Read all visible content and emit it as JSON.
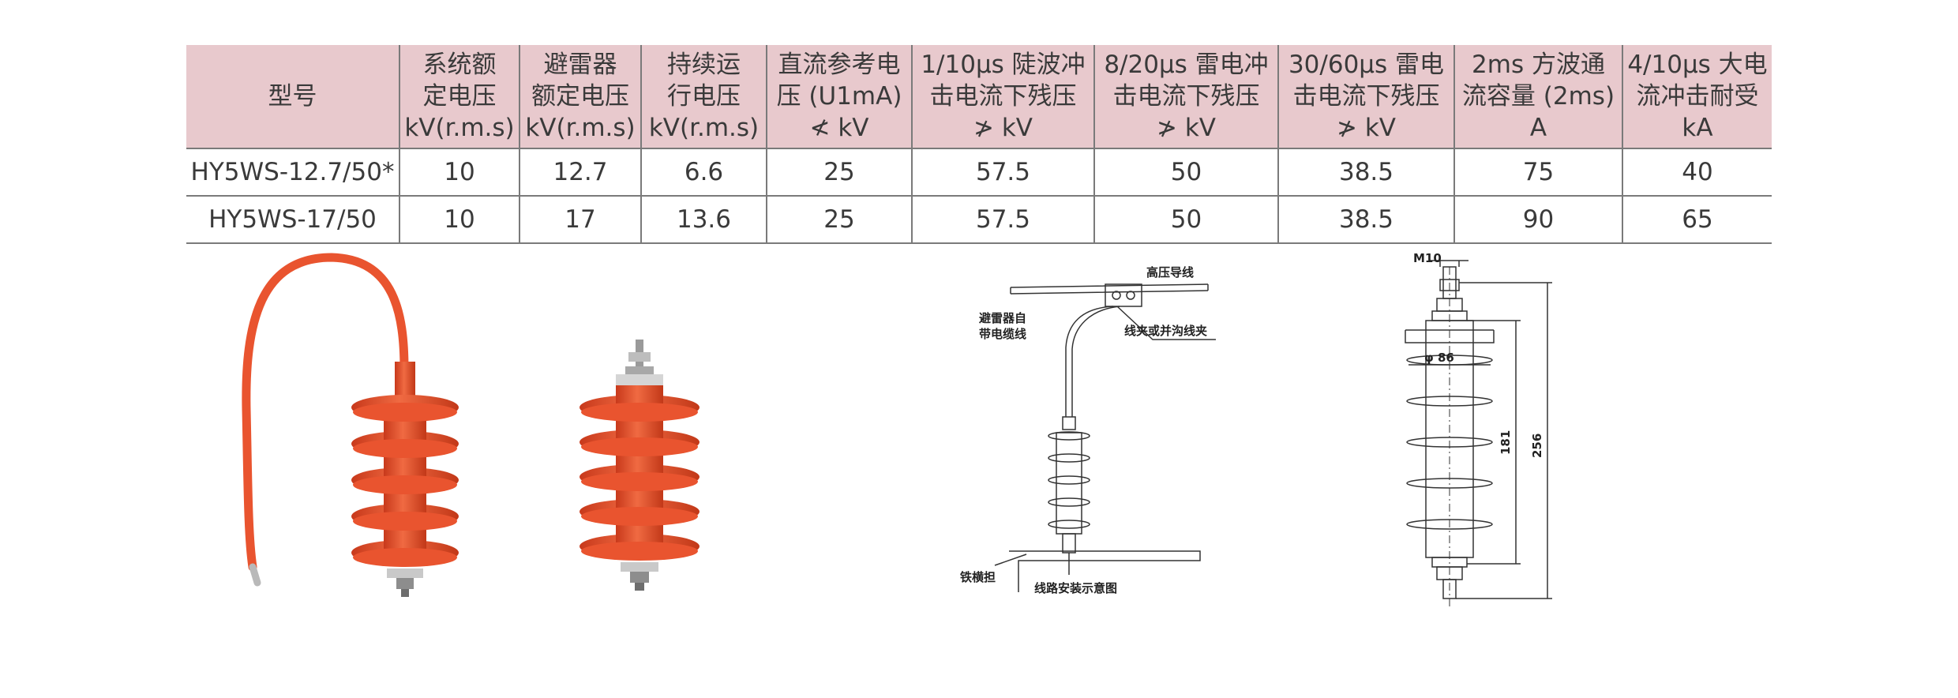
{
  "table": {
    "headers": [
      [
        "型号"
      ],
      [
        "系统额",
        "定电压",
        "kV(r.m.s)"
      ],
      [
        "避雷器",
        "额定电压",
        "kV(r.m.s)"
      ],
      [
        "持续运",
        "行电压",
        "kV(r.m.s)"
      ],
      [
        "直流参考电",
        "压 (U1mA)",
        "≮ kV"
      ],
      [
        "1/10µs 陡波冲",
        "击电流下残压",
        "≯ kV"
      ],
      [
        "8/20µs 雷电冲",
        "击电流下残压",
        "≯ kV"
      ],
      [
        "30/60µs 雷电",
        "击电流下残压",
        "≯ kV"
      ],
      [
        "2ms 方波通",
        "流容量 (2ms)",
        "A"
      ],
      [
        "4/10µs 大电",
        "流冲击耐受",
        "kA"
      ]
    ],
    "rows": [
      [
        "HY5WS-12.7/50*",
        "10",
        "12.7",
        "6.6",
        "25",
        "57.5",
        "50",
        "38.5",
        "75",
        "40"
      ],
      [
        "HY5WS-17/50",
        "10",
        "17",
        "13.6",
        "25",
        "57.5",
        "50",
        "38.5",
        "90",
        "65"
      ]
    ]
  },
  "install_diagram": {
    "label_hv_line": "高压导线",
    "label_clamp": "线夹或并沟线夹",
    "label_cable_1": "避雷器自",
    "label_cable_2": "带电缆线",
    "label_crossarm": "铁横担",
    "label_caption": "线路安装示意图"
  },
  "dimension_diagram": {
    "label_thread": "M10",
    "label_diameter": "φ 86",
    "label_height_inner": "181",
    "label_height_total": "256"
  },
  "colors": {
    "header_bg": "#e8c9cd",
    "housing_orange": "#e9542f"
  }
}
